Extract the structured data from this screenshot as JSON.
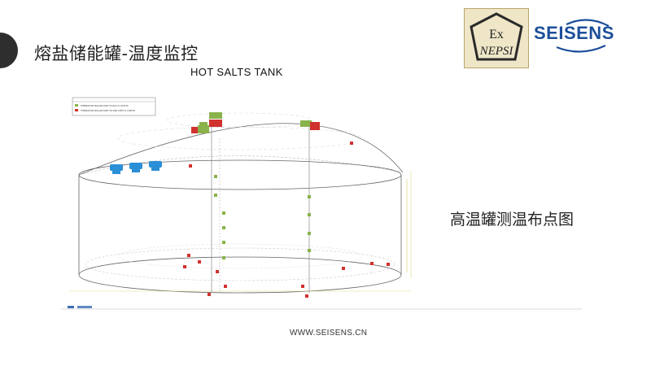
{
  "slide": {
    "title": "熔盐储能罐-温度监控",
    "diagram_heading": "HOT SALTS TANK",
    "diagram_label": "高温罐测温布点图",
    "footer_url": "WWW.SEISENS.CN"
  },
  "logos": {
    "cert_line1": "Ex",
    "cert_line2": "NEPSI",
    "brand": "SEISENS",
    "brand_color": "#1c4f9a"
  },
  "legend": {
    "green_item": "TEMPERATURE MEASURE POINT IN SALTS AT 100M PR",
    "red_item": "TEMPERATURE MEASURE POINT ON TANK SHEET AT 10MM PR"
  },
  "colors": {
    "sensor_green": "#8ab24a",
    "sensor_red": "#d0312d",
    "pump_blue": "#2a8fd6"
  }
}
